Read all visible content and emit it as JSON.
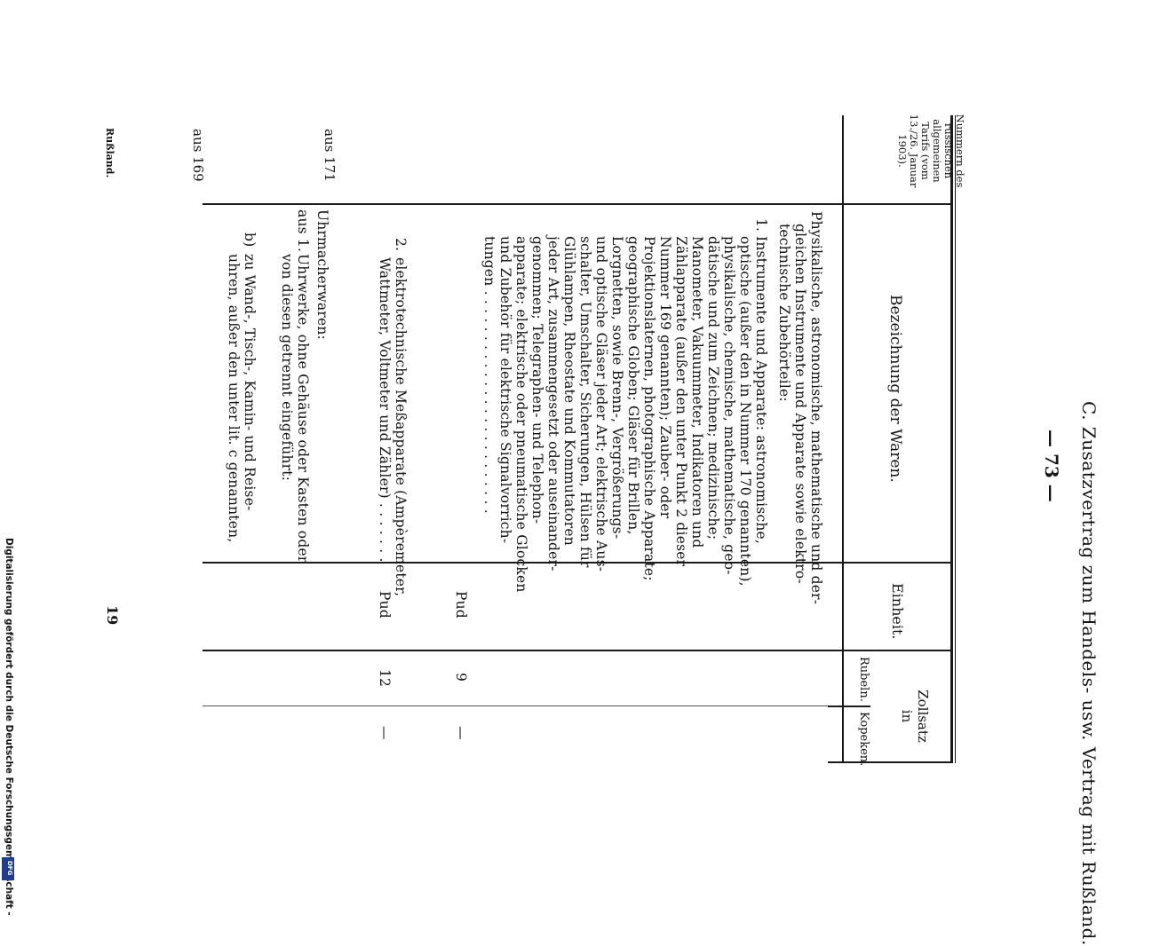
{
  "running_header": {
    "title": "C. Zusatzvertrag zum Handels- usw. Vertrag mit Rußland.",
    "page_number": "— 73 —"
  },
  "table": {
    "headers": {
      "col1": "Nummern des russischen allgemeinen Tarifs (vom 13./26. Januar 1903).",
      "col2": "Bezeichnung der Waren.",
      "col3": "Einheit.",
      "col4_group": "Zollsatz in",
      "col4a": "Rubeln.",
      "col4b": "Kopeken."
    },
    "rows": [
      {
        "number": "aus 169",
        "lines": [
          "Physikalische, astronomische, mathematische und der-",
          "gleichen Instrumente und Apparate sowie elektro-",
          "technische Zubehörteile:"
        ],
        "sub": [
          {
            "label": "1.",
            "lines": [
              "Instrumente und Apparate: astronomische,",
              "optische (außer den in Nummer 170 genannten),",
              "physikalische, chemische, mathematische, geo-",
              "dätische und zum Zeichnen; medizinische;",
              "Manometer, Vakuummeter, Indikatoren und",
              "Zählapparate (außer den unter Punkt 2 dieser",
              "Nummer 169 genannten); Zauber- oder",
              "Projektionslaternen, photographische Apparate;",
              "geographische Globen; Gläser für Brillen,",
              "Lorgnetten, sowie Brenn-, Vergrößerungs-",
              "und optische Gläser jeder Art; elektrische Aus-",
              "schalter, Umschalter, Sicherungen, Hülsen für",
              "Glühlampen, Rheostate und Kommutatoren",
              "jeder Art, zusammengesetzt oder auseinander-",
              "genommen; Telegraphen- und Telephon-",
              "apparate; elektrische oder pneumatische Glocken",
              "und Zubehör für elektrische Signalvorrich-",
              "tungen . . . . . . . . . . . . . . . . . . . . . . . . ."
            ],
            "unit": "Pud",
            "rubles": "9",
            "kopeks": "—"
          },
          {
            "label": "2.",
            "lines": [
              "elektrotechnische Meßapparate (Ampèremeter,",
              "Wattmeter, Voltmeter und Zähler) . . . . . . ."
            ],
            "unit": "Pud",
            "rubles": "12",
            "kopeks": "—"
          }
        ]
      },
      {
        "number": "aus 171",
        "lines": [
          "Uhrmacherwaren:"
        ],
        "sub": [
          {
            "label": "aus 1.",
            "lines": [
              "Uhrwerke, ohne Gehäuse oder Kasten oder",
              "von diesen getrennt eingeführt:"
            ]
          },
          {
            "label": "b)",
            "lines": [
              "zu Wand-, Tisch-, Kamin- und Reise-",
              "uhren, außer den unter lit. c genannten,"
            ]
          }
        ]
      }
    ]
  },
  "footer": {
    "country": "Rußland.",
    "sheet_number": "19",
    "digitization_note": "Digitalisierung gefördert durch die Deutsche Forschungsgemeinschaft -",
    "logo_text": "DFG"
  }
}
